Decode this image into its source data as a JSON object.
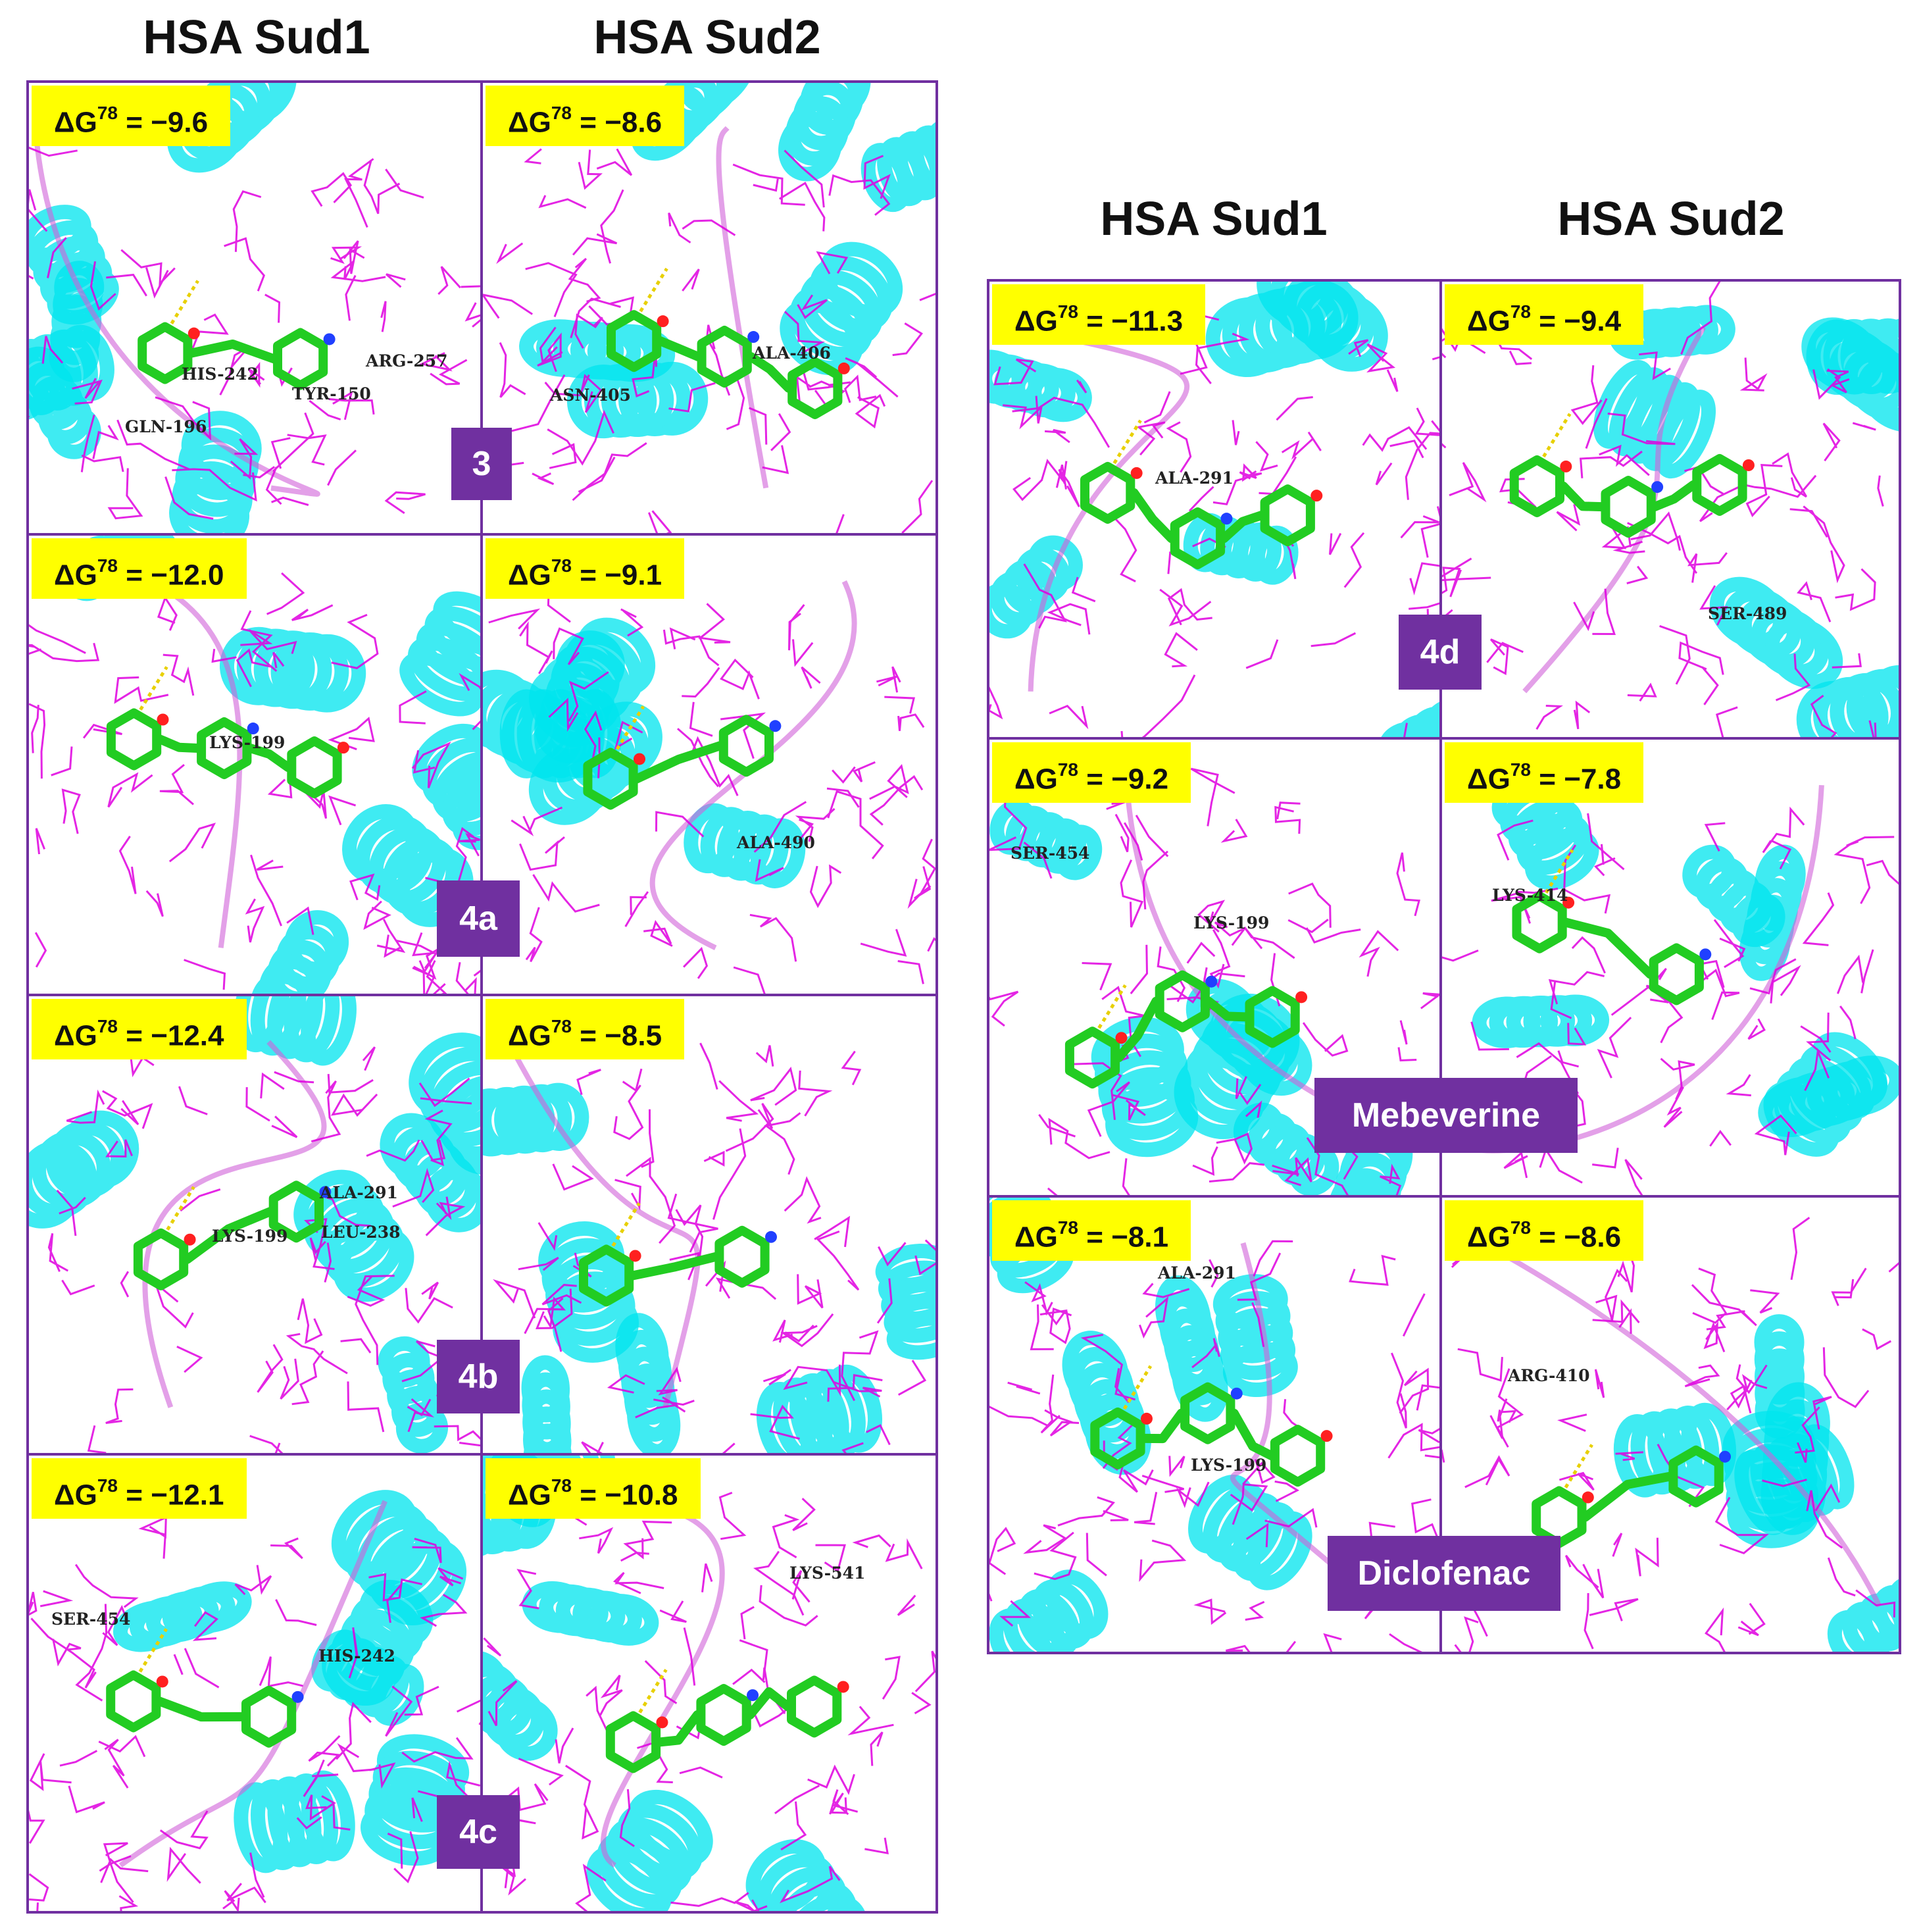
{
  "headers": {
    "left_sud1": "HSA Sud1",
    "left_sud2": "HSA Sud2",
    "right_sud1": "HSA Sud1",
    "right_sud2": "HSA Sud2"
  },
  "energy_prefix": "ΔG",
  "energy_sup": "78",
  "colors": {
    "panel_border": "#7030a0",
    "energy_badge": "#ffff00",
    "compound_label": "#7030a0",
    "protein_helix": "#00e5ee",
    "residue_lines": "#e000e0",
    "ligand_carbon": "#22cc22",
    "hbond": "#e8d000"
  },
  "compounds": [
    {
      "label": "3",
      "sud1": {
        "dg": "−9.6",
        "residues": [
          "HIS-242",
          "ARG-257",
          "TYR-150",
          "GLN-196"
        ]
      },
      "sud2": {
        "dg": "−8.6",
        "residues": [
          "ALA-406",
          "ASN-405"
        ]
      }
    },
    {
      "label": "4a",
      "sud1": {
        "dg": "−12.0",
        "residues": [
          "LYS-199"
        ]
      },
      "sud2": {
        "dg": "−9.1",
        "residues": [
          "ALA-490"
        ]
      }
    },
    {
      "label": "4b",
      "sud1": {
        "dg": "−12.4",
        "residues": [
          "ALA-291",
          "LYS-199",
          "LEU-238"
        ]
      },
      "sud2": {
        "dg": "−8.5",
        "residues": []
      }
    },
    {
      "label": "4c",
      "sud1": {
        "dg": "−12.1",
        "residues": [
          "SER-454",
          "HIS-242"
        ]
      },
      "sud2": {
        "dg": "−10.8",
        "residues": [
          "LYS-541"
        ]
      }
    },
    {
      "label": "4d",
      "sud1": {
        "dg": "−11.3",
        "residues": [
          "ALA-291"
        ]
      },
      "sud2": {
        "dg": "−9.4",
        "residues": [
          "SER-489"
        ]
      }
    },
    {
      "label": "Mebeverine",
      "sud1": {
        "dg": "−9.2",
        "residues": [
          "SER-454",
          "LYS-199"
        ]
      },
      "sud2": {
        "dg": "−7.8",
        "residues": [
          "LYS-414"
        ]
      }
    },
    {
      "label": "Diclofenac",
      "sud1": {
        "dg": "−8.1",
        "residues": [
          "ALA-291",
          "LYS-199"
        ]
      },
      "sud2": {
        "dg": "−8.6",
        "residues": [
          "ARG-410"
        ]
      }
    }
  ]
}
